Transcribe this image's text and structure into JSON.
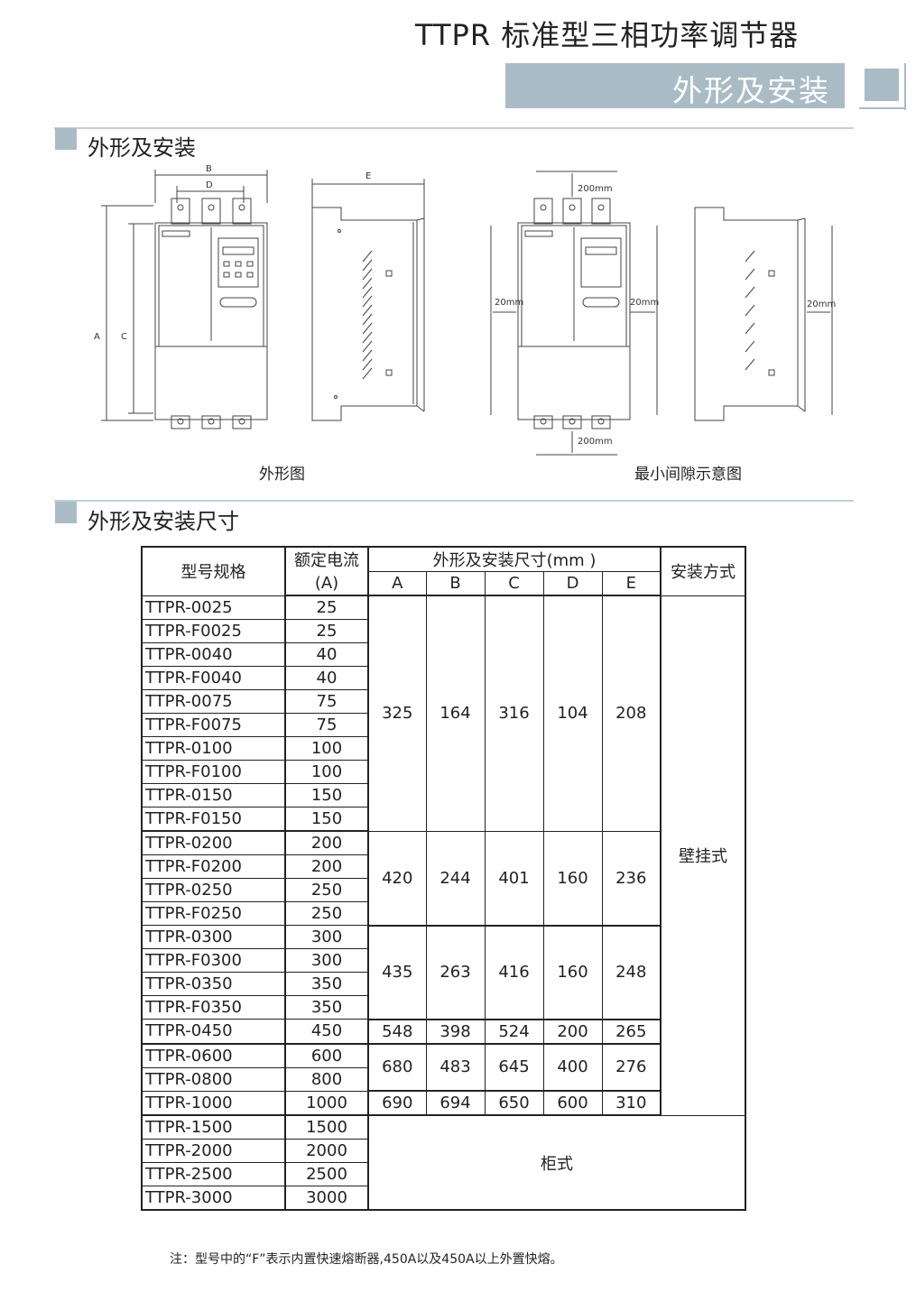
{
  "header": {
    "doc_title": "TTPR 标准型三相功率调节器",
    "banner": "外形及安装"
  },
  "section1": {
    "title": "外形及安装",
    "caption_outline": "外形图",
    "caption_clearance": "最小间隙示意图",
    "dims": {
      "A": "A",
      "B": "B",
      "C": "C",
      "D": "D",
      "E": "E"
    },
    "clearance": {
      "top": "200mm",
      "bottom": "200mm",
      "left": "20mm",
      "right": "20mm",
      "side": "20mm"
    }
  },
  "section2": {
    "title": "外形及安装尺寸",
    "table": {
      "headers": {
        "model": "型号规格",
        "current_line1": "额定电流",
        "current_line2": "(A)",
        "dims_group": "外形及安装尺寸(mm )",
        "dim_cols": [
          "A",
          "B",
          "C",
          "D",
          "E"
        ],
        "mount": "安装方式"
      },
      "rows": [
        {
          "model": "TTPR-0025",
          "current": "25"
        },
        {
          "model": "TTPR-F0025",
          "current": "25"
        },
        {
          "model": "TTPR-0040",
          "current": "40"
        },
        {
          "model": "TTPR-F0040",
          "current": "40"
        },
        {
          "model": "TTPR-0075",
          "current": "75"
        },
        {
          "model": "TTPR-F0075",
          "current": "75"
        },
        {
          "model": "TTPR-0100",
          "current": "100"
        },
        {
          "model": "TTPR-F0100",
          "current": "100"
        },
        {
          "model": "TTPR-0150",
          "current": "150"
        },
        {
          "model": "TTPR-F0150",
          "current": "150"
        },
        {
          "model": "TTPR-0200",
          "current": "200"
        },
        {
          "model": "TTPR-F0200",
          "current": "200"
        },
        {
          "model": "TTPR-0250",
          "current": "250"
        },
        {
          "model": "TTPR-F0250",
          "current": "250"
        },
        {
          "model": "TTPR-0300",
          "current": "300"
        },
        {
          "model": "TTPR-F0300",
          "current": "300"
        },
        {
          "model": "TTPR-0350",
          "current": "350"
        },
        {
          "model": "TTPR-F0350",
          "current": "350"
        },
        {
          "model": "TTPR-0450",
          "current": "450"
        },
        {
          "model": "TTPR-0600",
          "current": "600"
        },
        {
          "model": "TTPR-0800",
          "current": "800"
        },
        {
          "model": "TTPR-1000",
          "current": "1000"
        },
        {
          "model": "TTPR-1500",
          "current": "1500"
        },
        {
          "model": "TTPR-2000",
          "current": "2000"
        },
        {
          "model": "TTPR-2500",
          "current": "2500"
        },
        {
          "model": "TTPR-3000",
          "current": "3000"
        }
      ],
      "dim_groups": [
        {
          "A": "325",
          "B": "164",
          "C": "316",
          "D": "104",
          "E": "208"
        },
        {
          "A": "420",
          "B": "244",
          "C": "401",
          "D": "160",
          "E": "236"
        },
        {
          "A": "435",
          "B": "263",
          "C": "416",
          "D": "160",
          "E": "248"
        },
        {
          "A": "548",
          "B": "398",
          "C": "524",
          "D": "200",
          "E": "265"
        },
        {
          "A": "680",
          "B": "483",
          "C": "645",
          "D": "400",
          "E": "276"
        },
        {
          "A": "690",
          "B": "694",
          "C": "650",
          "D": "600",
          "E": "310"
        }
      ],
      "mount_wall": "壁挂式",
      "mount_cabinet": "柜式"
    },
    "note": "注：型号中的“F”表示内置快速熔断器,450A以及450A以上外置快熔。"
  }
}
